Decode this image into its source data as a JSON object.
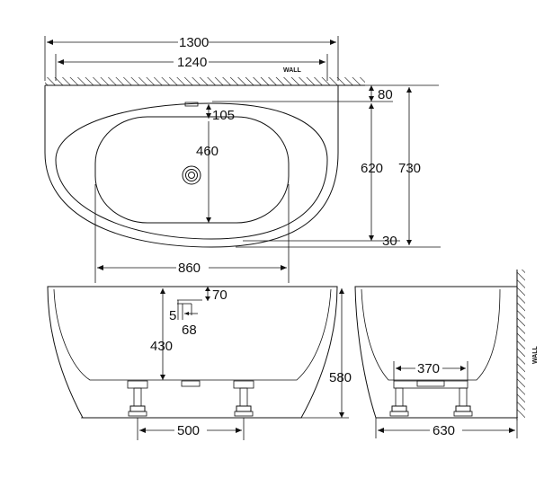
{
  "top_view": {
    "overall_width": "1300",
    "inner_width": "1240",
    "wall_label": "WALL",
    "rim_depth": "80",
    "drain_offset": "105",
    "basin_depth": "460",
    "inner_depth": "620",
    "overall_depth": "730",
    "front_rim": "30",
    "basin_length": "860"
  },
  "front_view": {
    "rim_thickness": "70",
    "overflow_gap": "5",
    "overflow_width": "68",
    "inner_height": "430",
    "overall_height": "580",
    "feet_spacing": "500"
  },
  "side_view": {
    "feet_spacing": "370",
    "overall_depth": "630",
    "wall_label": "WALL"
  },
  "colors": {
    "line": "#111111",
    "background": "#ffffff"
  }
}
